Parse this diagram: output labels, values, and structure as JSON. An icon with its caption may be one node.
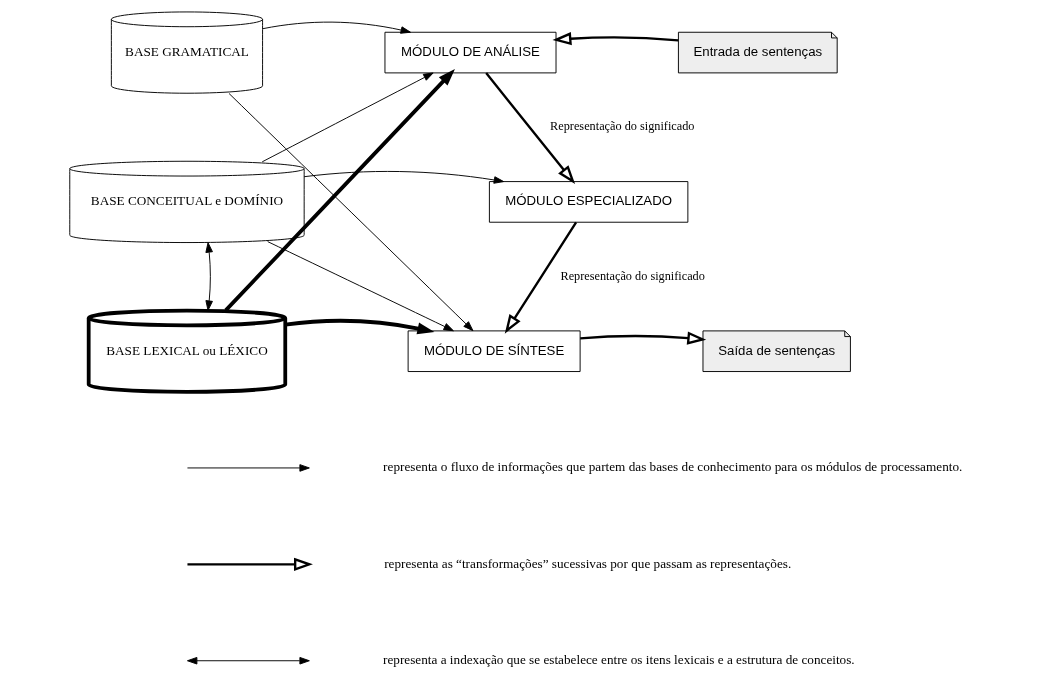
{
  "diagram": {
    "nodes": [
      {
        "text": [
          "BASE GRAMATICAL"
        ]
      },
      {
        "text": [
          "MÓDULO DE ANÁLISE"
        ]
      },
      {
        "text": [
          "Entrada de sentenças"
        ]
      },
      {
        "text": [
          "BASE CONCEITUAL e DOMÍNIO"
        ]
      },
      {
        "text": [
          "MÓDULO ESPECIALIZADO"
        ]
      },
      {
        "text": [
          "BASE LEXICAL ou LÉXICO"
        ]
      },
      {
        "text": [
          "MÓDULO DE SÍNTESE"
        ]
      },
      {
        "text": [
          "Saída de sentenças"
        ]
      }
    ],
    "edges": [
      {
        "from": 0,
        "to": 1,
        "arrow": "to"
      },
      {
        "from": 2,
        "to": 1,
        "arrow": "to"
      },
      {
        "from": 0,
        "to": 6,
        "arrow": "to"
      },
      {
        "from": 3,
        "to": 1,
        "arrow": "to"
      },
      {
        "from": 3,
        "to": 4,
        "arrow": "to"
      },
      {
        "from": 3,
        "to": 6,
        "arrow": "to"
      },
      {
        "from": 5,
        "to": 1,
        "arrow": "to",
        "style": "thick"
      },
      {
        "from": 3,
        "to": 5,
        "arrow": "both"
      },
      {
        "from": 1,
        "to": 4,
        "arrow": "to",
        "label": "Representação do significado"
      },
      {
        "from": 4,
        "to": 6,
        "arrow": "to",
        "label": "Representação do significado"
      },
      {
        "from": 5,
        "to": 6,
        "arrow": "to",
        "style": "thick"
      },
      {
        "from": 6,
        "to": 7,
        "arrow": "to"
      }
    ],
    "legend": [
      {
        "text": "representa o fluxo de informações que partem das bases de conhecimento para os módulos de processamento."
      },
      {
        "text": "representa as “transformações” sucessivas por que passam as representações."
      },
      {
        "text": "representa a indexação que se estabelece entre os itens lexicais e a estrutura de conceitos."
      }
    ]
  }
}
